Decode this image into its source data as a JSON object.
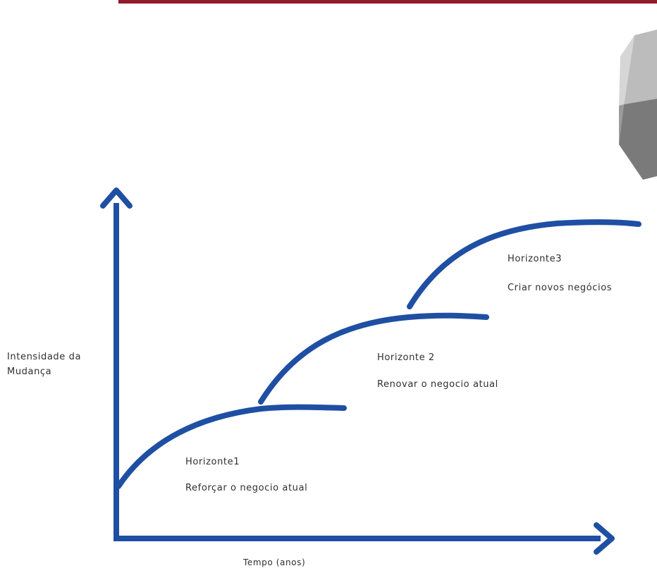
{
  "axes": {
    "y_label": "Intensidade da Mudança",
    "x_label": "Tempo (anos)"
  },
  "horizons": [
    {
      "title": "Horizonte1",
      "subtitle": "Reforçar o negocio atual"
    },
    {
      "title": "Horizonte 2",
      "subtitle": "Renovar o negocio atual"
    },
    {
      "title": "Horizonte3",
      "subtitle": "Criar novos negócios"
    }
  ],
  "colors": {
    "curve": "#1f4fa3",
    "axis": "#1f4fa3",
    "top_rule": "#8e1b27",
    "cube_light": "#bdbdbd",
    "cube_dark": "#6d6d6d"
  },
  "icons": {
    "corner_graphic": "cube-icon"
  }
}
